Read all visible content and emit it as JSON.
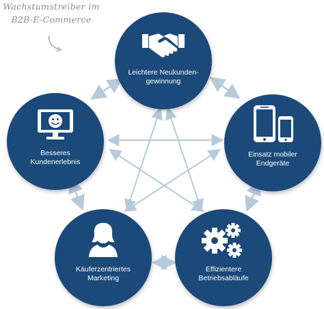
{
  "note": {
    "line1": "Wachstumstreiber im",
    "line2": "B2B-E-Commerce"
  },
  "nodes": {
    "top": {
      "line1": "Leichtere Neukunden-",
      "line2": "gewinnung",
      "icon": "handshake-icon"
    },
    "right": {
      "line1": "Einsatz mobiler",
      "line2": "Endgeräte",
      "icon": "mobile-devices-icon"
    },
    "bottom_right": {
      "line1": "Effizientere",
      "line2": "Betriebsabläufe",
      "icon": "gears-icon"
    },
    "bottom_left": {
      "line1": "Käuferzentriertes",
      "line2": "Marketing",
      "icon": "person-icon"
    },
    "left": {
      "line1": "Besseres",
      "line2": "Kundenerlebnis",
      "icon": "monitor-smiley-icon"
    }
  },
  "colors": {
    "circle": "#1b4979",
    "arrow": "#b7cad9",
    "note": "#8a8a8a"
  }
}
